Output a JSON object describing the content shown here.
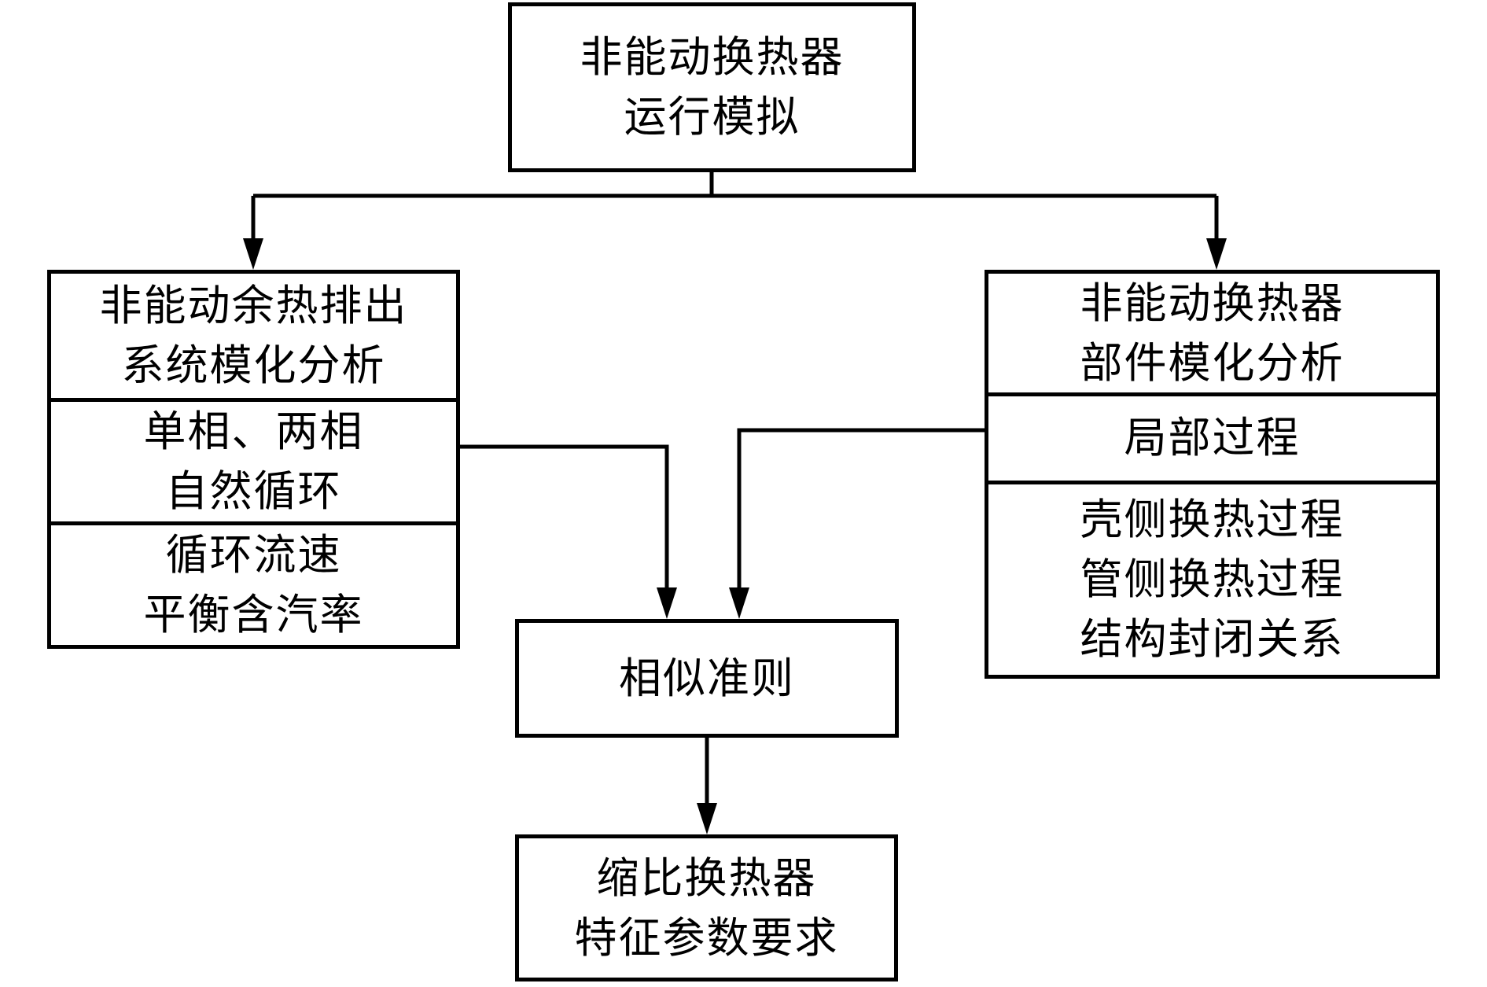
{
  "diagram": {
    "background_color": "#ffffff",
    "line_color": "#000000",
    "nodes": {
      "top": {
        "lines": [
          "非能动换热器",
          "运行模拟"
        ]
      },
      "left_stack": {
        "cells": [
          {
            "lines": [
              "非能动余热排出",
              "系统模化分析"
            ]
          },
          {
            "lines": [
              "单相、两相",
              "自然循环"
            ]
          },
          {
            "lines": [
              "循环流速",
              "平衡含汽率"
            ]
          }
        ]
      },
      "right_stack": {
        "cells": [
          {
            "lines": [
              "非能动换热器",
              "部件模化分析"
            ]
          },
          {
            "lines": [
              "局部过程"
            ]
          },
          {
            "lines": [
              "壳侧换热过程",
              "管侧换热过程",
              "结构封闭关系"
            ]
          }
        ]
      },
      "similarity": {
        "lines": [
          "相似准则"
        ]
      },
      "bottom": {
        "lines": [
          "缩比换热器",
          "特征参数要求"
        ]
      }
    }
  }
}
